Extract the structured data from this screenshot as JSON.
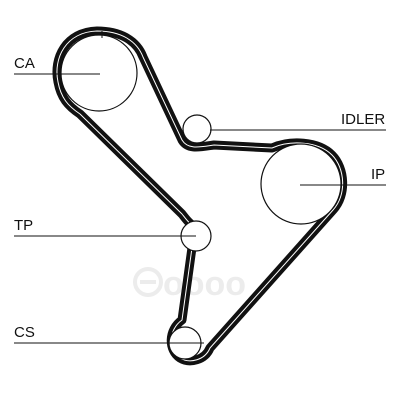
{
  "watermark": {
    "text": "oooo",
    "color": "#ececec"
  },
  "labels": {
    "ca": "CA",
    "idler": "IDLER",
    "ip": "IP",
    "tp": "TP",
    "cs": "CS"
  },
  "colors": {
    "belt": "#111111",
    "background": "#ffffff",
    "line": "#111111"
  }
}
